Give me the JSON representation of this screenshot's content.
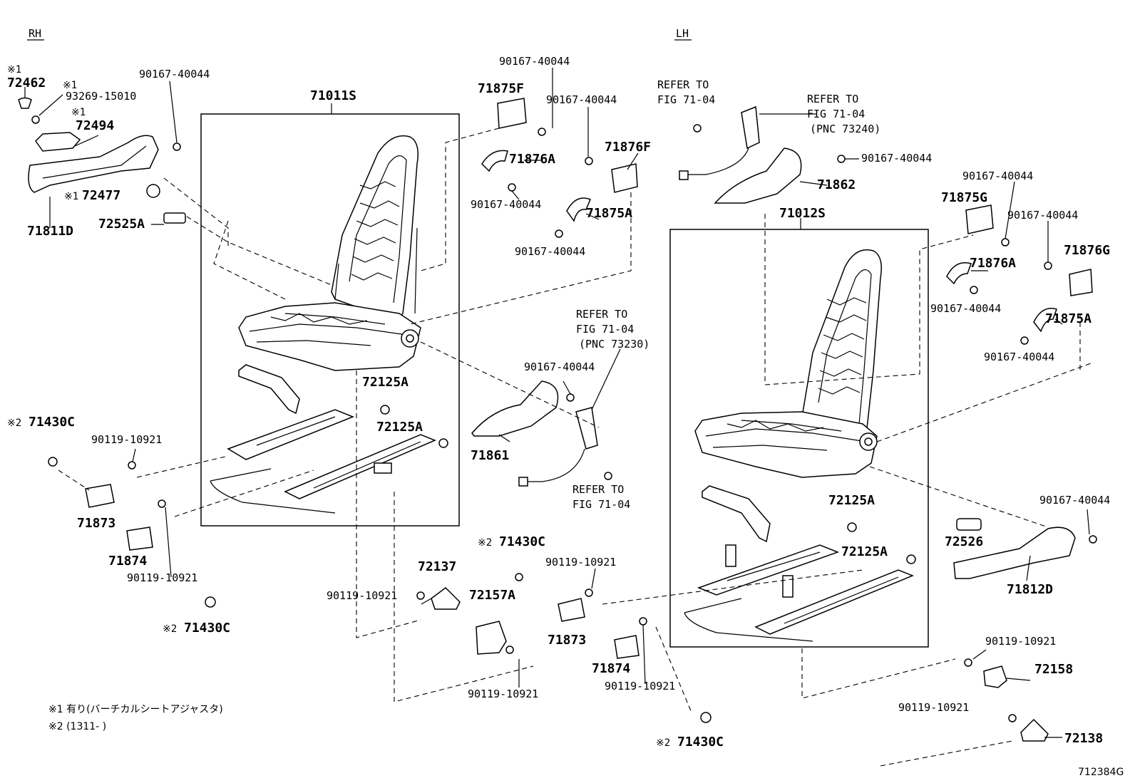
{
  "headers": {
    "rh": "RH",
    "lh": "LH"
  },
  "marks": {
    "m1": "※1",
    "m2": "※2"
  },
  "parts": {
    "p71011S": "71011S",
    "p71012S": "71012S",
    "p72462": "72462",
    "p93269": "93269-15010",
    "p72494": "72494",
    "p72477": "72477",
    "p71811D": "71811D",
    "p72525A": "72525A",
    "p71875F": "71875F",
    "p71876F": "71876F",
    "p71876A": "71876A",
    "p71875A": "71875A",
    "p71862": "71862",
    "p71875G": "71875G",
    "p71876G": "71876G",
    "p71861": "71861",
    "p72125A": "72125A",
    "p71430C": "71430C",
    "p71873": "71873",
    "p71874": "71874",
    "p72137": "72137",
    "p72157A": "72157A",
    "p72526": "72526",
    "p71812D": "71812D",
    "p72158": "72158",
    "p72138": "72138",
    "bolt1": "90167-40044",
    "bolt2": "90119-10921"
  },
  "refers": {
    "refer_to": "REFER TO",
    "fig": "FIG 71-04",
    "pnc73240": "(PNC 73240)",
    "pnc73230": "(PNC 73230)"
  },
  "notes": {
    "note1": "※1 有り(バーチカルシートアジャスタ)",
    "note2": "※2 (1311-      )"
  },
  "figure_id": "712384G"
}
